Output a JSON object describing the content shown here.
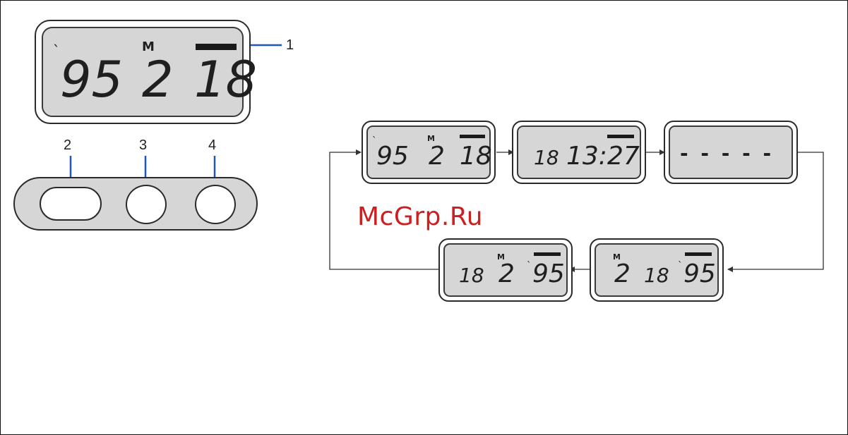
{
  "main_display": {
    "year": "95",
    "month": "2",
    "day": "18",
    "month_mark": "M"
  },
  "callouts": {
    "display_bar": "1",
    "button_left": "2",
    "button_middle": "3",
    "button_right": "4"
  },
  "sequence": {
    "step1": {
      "year": "95",
      "month": "2",
      "day": "18",
      "month_mark": "M"
    },
    "step2": {
      "day": "18",
      "time": "13:27"
    },
    "step3": {
      "blank": "- - - - -"
    },
    "step4": {
      "month": "2",
      "day": "18",
      "year": "95",
      "month_mark": "M"
    },
    "step5": {
      "day": "18",
      "month": "2",
      "year": "95",
      "month_mark": "M"
    }
  },
  "watermark": "McGrp.Ru",
  "colors": {
    "callout_line": "#1f55c8",
    "watermark": "#cc1f1f",
    "lcd_fill": "#d6d6d6",
    "outline": "#2a2a2a"
  }
}
